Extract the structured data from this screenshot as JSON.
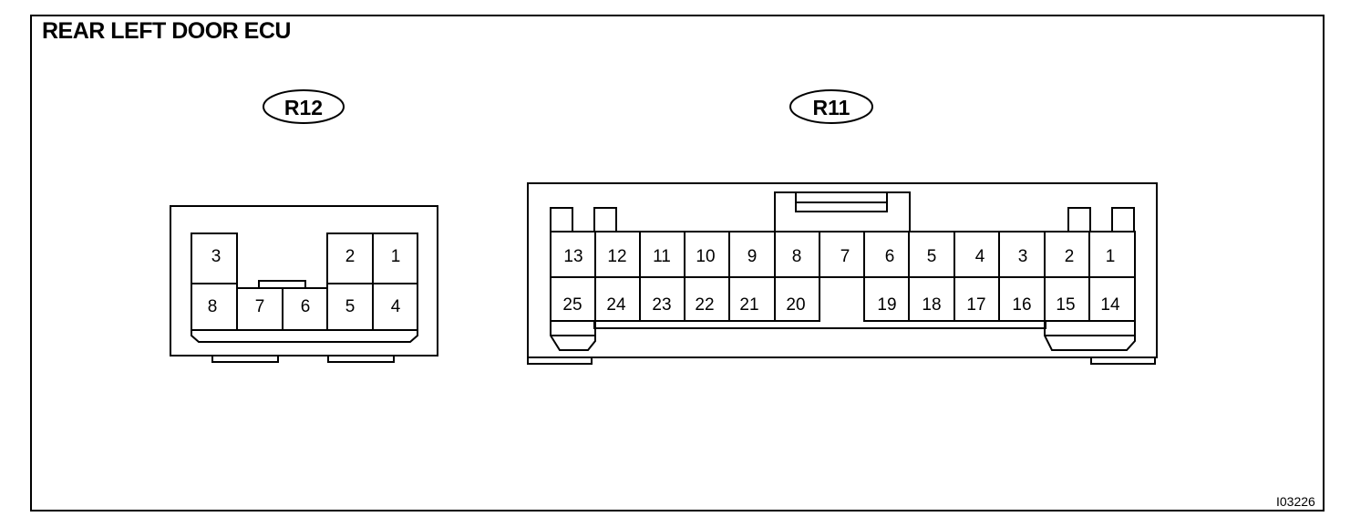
{
  "title": "REAR LEFT DOOR ECU",
  "figure_id": "I03226",
  "connectors": {
    "r12": {
      "label": "R12",
      "pins": {
        "p1": "1",
        "p2": "2",
        "p3": "3",
        "p4": "4",
        "p5": "5",
        "p6": "6",
        "p7": "7",
        "p8": "8"
      }
    },
    "r11": {
      "label": "R11",
      "pins": {
        "p1": "1",
        "p2": "2",
        "p3": "3",
        "p4": "4",
        "p5": "5",
        "p6": "6",
        "p7": "7",
        "p8": "8",
        "p9": "9",
        "p10": "10",
        "p11": "11",
        "p12": "12",
        "p13": "13",
        "p14": "14",
        "p15": "15",
        "p16": "16",
        "p17": "17",
        "p18": "18",
        "p19": "19",
        "p20": "20",
        "p21": "21",
        "p22": "22",
        "p23": "23",
        "p24": "24",
        "p25": "25"
      }
    }
  }
}
